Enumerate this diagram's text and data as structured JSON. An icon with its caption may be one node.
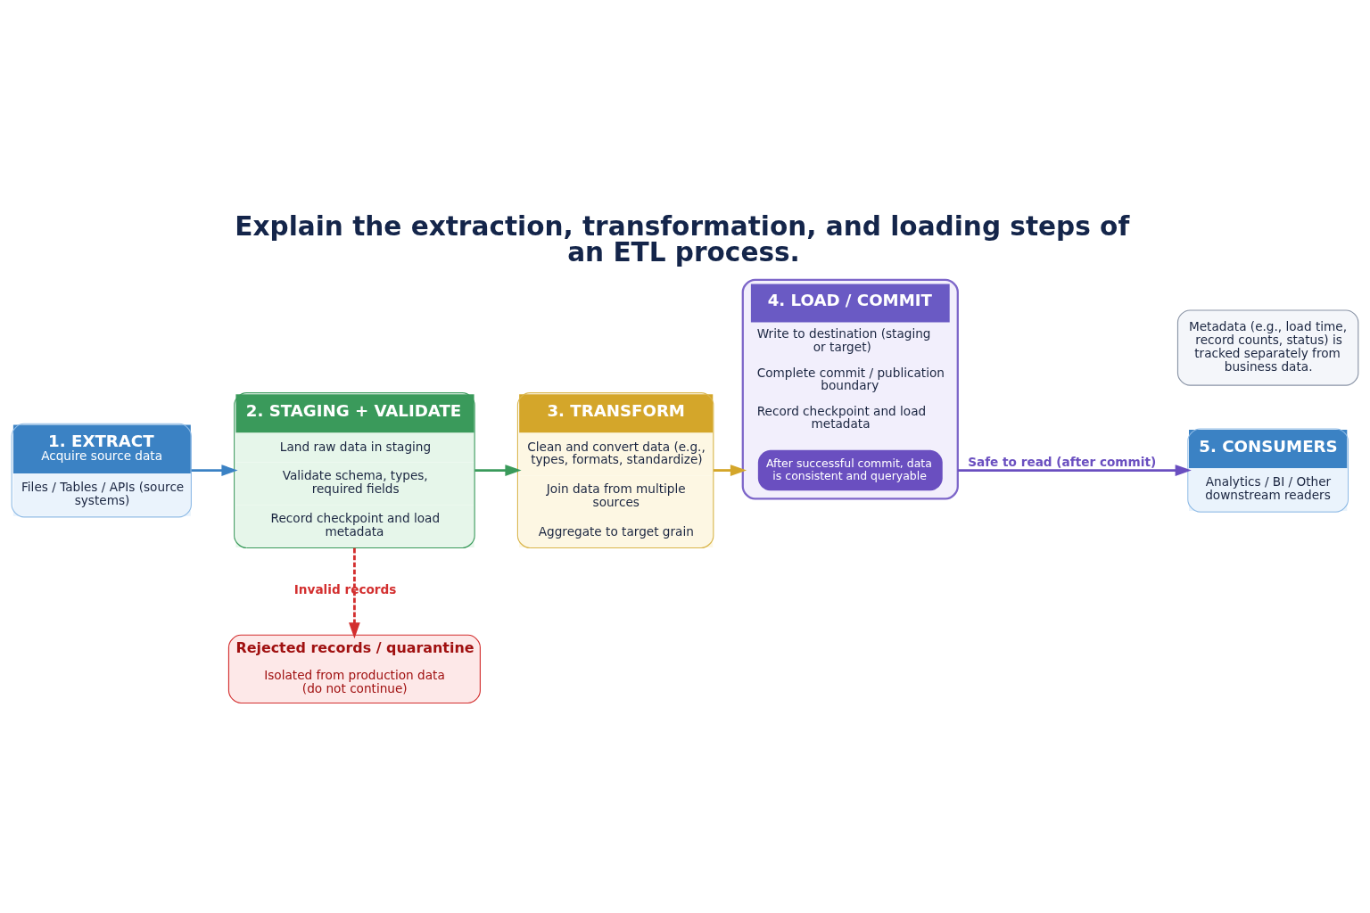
{
  "diagram": {
    "title": "Explain the extraction, transformation, and loading steps of an ETL process.",
    "nodes": [
      {
        "text": [
          "1. EXTRACT",
          "Acquire source data",
          "Files / Tables / APIs (source systems)"
        ]
      },
      {
        "text": [
          "2. STAGING + VALIDATE",
          "Land raw data in staging",
          "Validate schema, types, required fields",
          "Record checkpoint and load metadata"
        ]
      },
      {
        "text": [
          "3. TRANSFORM",
          "Clean and convert data (e.g., types, formats, standardize)",
          "Join data from multiple sources",
          "Aggregate to target grain"
        ]
      },
      {
        "text": [
          "4. LOAD / COMMIT",
          "Write to destination (staging or target)",
          "Complete commit / publication boundary",
          "Record checkpoint and load metadata"
        ]
      },
      {
        "text": [
          "After successful commit, data is consistent and queryable"
        ],
        "in": 3
      },
      {
        "text": [
          "5. CONSUMERS",
          "Analytics / BI / Other downstream readers"
        ]
      },
      {
        "text": [
          "Rejected records / quarantine",
          "Isolated from production data (do not continue)"
        ]
      },
      {
        "text": [
          "Metadata (e.g., load time, record counts, status) is tracked separately from business data."
        ]
      }
    ],
    "edges": [
      {
        "from": 0,
        "to": 1,
        "arrow": "to",
        "color": "#3b82c4"
      },
      {
        "from": 1,
        "to": 2,
        "arrow": "to",
        "color": "#3a9a5b"
      },
      {
        "from": 2,
        "to": 3,
        "arrow": "to",
        "color": "#d4a62a"
      },
      {
        "from": 3,
        "to": 5,
        "arrow": "to",
        "label": "Safe to read (after commit)",
        "color": "#6a4fc0"
      },
      {
        "from": 1,
        "to": 6,
        "arrow": "to",
        "label": "Invalid records",
        "style": "dashed",
        "color": "#d32f2f"
      }
    ]
  }
}
